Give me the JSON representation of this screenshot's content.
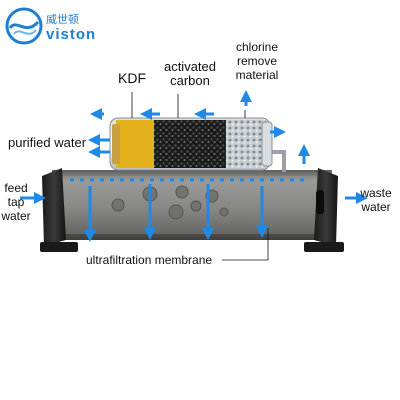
{
  "logo": {
    "cn_text": "威世顿",
    "en_text": "viston",
    "color": "#1e7fd2"
  },
  "labels": {
    "kdf": "KDF",
    "activated_carbon": [
      "activated",
      "carbon"
    ],
    "chlorine": [
      "chlorine",
      "remove",
      "material"
    ],
    "purified_water": "purified water",
    "feed_tap_water": [
      "feed",
      "tap",
      "water"
    ],
    "waste_water": [
      "waste",
      "water"
    ],
    "membrane": "ultrafiltration membrane"
  },
  "colors": {
    "arrow_blue": "#1f8ae6",
    "kdf_gold": "#e3b21c",
    "housing_dark": "#2a2a2a",
    "membrane_gray": "#8a8a88"
  },
  "icons": [
    "flow-arrow-icon",
    "logo-wave-icon"
  ]
}
